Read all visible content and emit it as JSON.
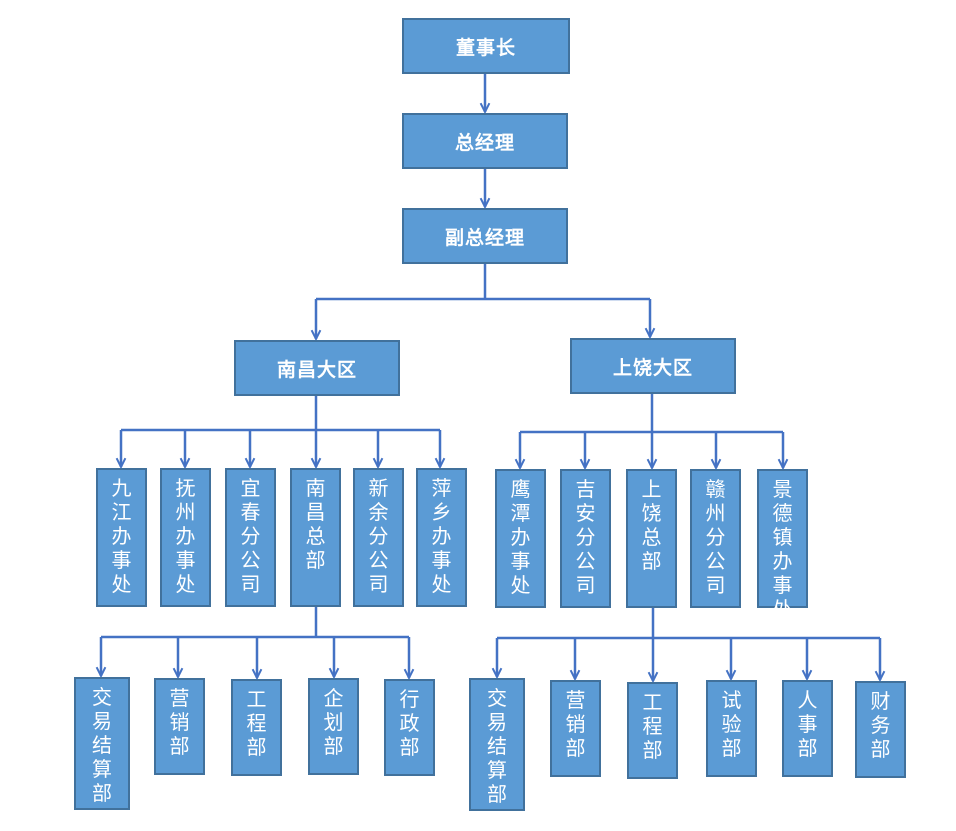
{
  "nodes": {
    "chairman": "董事长",
    "gm": "总经理",
    "vgm": "副总经理",
    "nanchang": "南昌大区",
    "shangrao": "上饶大区",
    "nc_jiujiang": "九江办事处",
    "nc_fuzhou": "抚州办事处",
    "nc_yichun": "宜春分公司",
    "nc_hq": "南昌总部",
    "nc_xinyu": "新余分公司",
    "nc_pingxiang": "萍乡办事处",
    "sr_yingtan": "鹰潭办事处",
    "sr_jian": "吉安分公司",
    "sr_hq": "上饶总部",
    "sr_ganzhou": "赣州分公司",
    "sr_jingdezhen": "景德镇办事处",
    "nc_dept_trade": "交易结算部",
    "nc_dept_sales": "营销部",
    "nc_dept_eng": "工程部",
    "nc_dept_plan": "企划部",
    "nc_dept_admin": "行政部",
    "sr_dept_trade": "交易结算部",
    "sr_dept_sales": "营销部",
    "sr_dept_eng": "工程部",
    "sr_dept_test": "试验部",
    "sr_dept_hr": "人事部",
    "sr_dept_fin": "财务部"
  },
  "colors": {
    "box_fill": "#5b9bd5",
    "box_border": "#41719c",
    "connector": "#4472c4",
    "text": "#ffffff"
  }
}
